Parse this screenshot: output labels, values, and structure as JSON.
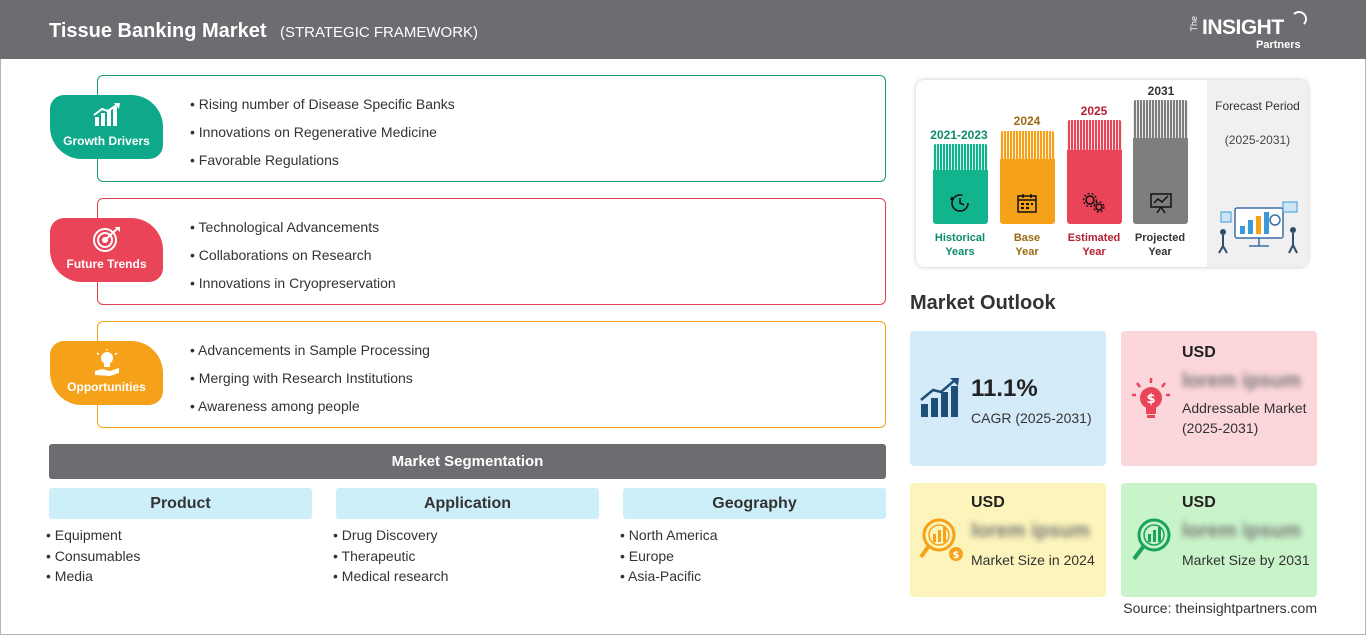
{
  "header": {
    "title": "Tissue Banking Market",
    "subtitle": "(STRATEGIC FRAMEWORK)",
    "logo": {
      "the": "The",
      "insight": "INSIGHT",
      "partners": "Partners"
    }
  },
  "framework": [
    {
      "label": "Growth Drivers",
      "color": "#0ea98a",
      "icon": "growth-chart-icon",
      "items": [
        "Rising number of Disease Specific Banks",
        "Innovations on Regenerative Medicine",
        "Favorable Regulations"
      ]
    },
    {
      "label": "Future Trends",
      "color": "#e94457",
      "icon": "target-icon",
      "items": [
        "Technological Advancements",
        "Collaborations on Research",
        "Innovations in Cryopreservation"
      ]
    },
    {
      "label": "Opportunities",
      "color": "#f6a11a",
      "icon": "lightbulb-hand-icon",
      "items": [
        "Advancements in Sample Processing",
        "Merging with Research Institutions",
        "Awareness among people"
      ]
    }
  ],
  "segmentation": {
    "title": "Market Segmentation",
    "columns": [
      {
        "heading": "Product",
        "items": [
          "Equipment",
          "Consumables",
          "Media"
        ]
      },
      {
        "heading": "Application",
        "items": [
          "Drug Discovery",
          "Therapeutic",
          "Medical research"
        ]
      },
      {
        "heading": "Geography",
        "items": [
          "North America",
          "Europe",
          "Asia-Pacific"
        ]
      }
    ]
  },
  "timeline": {
    "periods": [
      {
        "year": "2021-2023",
        "label_line1": "Historical",
        "label_line2": "Years",
        "color": "#12b48e",
        "year_color": "#0e8a6c",
        "icon": "history-clock-icon"
      },
      {
        "year": "2024",
        "label_line1": "Base",
        "label_line2": "Year",
        "color": "#f6a11a",
        "year_color": "#9a6b12",
        "icon": "calendar-icon"
      },
      {
        "year": "2025",
        "label_line1": "Estimated",
        "label_line2": "Year",
        "color": "#e94457",
        "year_color": "#b31f33",
        "icon": "gears-icon"
      },
      {
        "year": "2031",
        "label_line1": "Projected",
        "label_line2": "Year",
        "color": "#7d7e80",
        "year_color": "#333333",
        "icon": "presentation-board-icon"
      }
    ],
    "forecast_title": "Forecast Period",
    "forecast_range": "(2025-2031)"
  },
  "outlook": {
    "title": "Market Outlook",
    "cagr": {
      "value": "11.1%",
      "label": "CAGR (2025-2031)"
    },
    "addressable": {
      "currency": "USD",
      "value": "lorem ipsum",
      "label": "Addressable Market (2025-2031)"
    },
    "size_2024": {
      "currency": "USD",
      "value": "lorem ipsum",
      "label": "Market Size in 2024"
    },
    "size_2031": {
      "currency": "USD",
      "value": "lorem ipsum",
      "label": "Market Size by 2031"
    }
  },
  "source": "Source: theinsightpartners.com"
}
